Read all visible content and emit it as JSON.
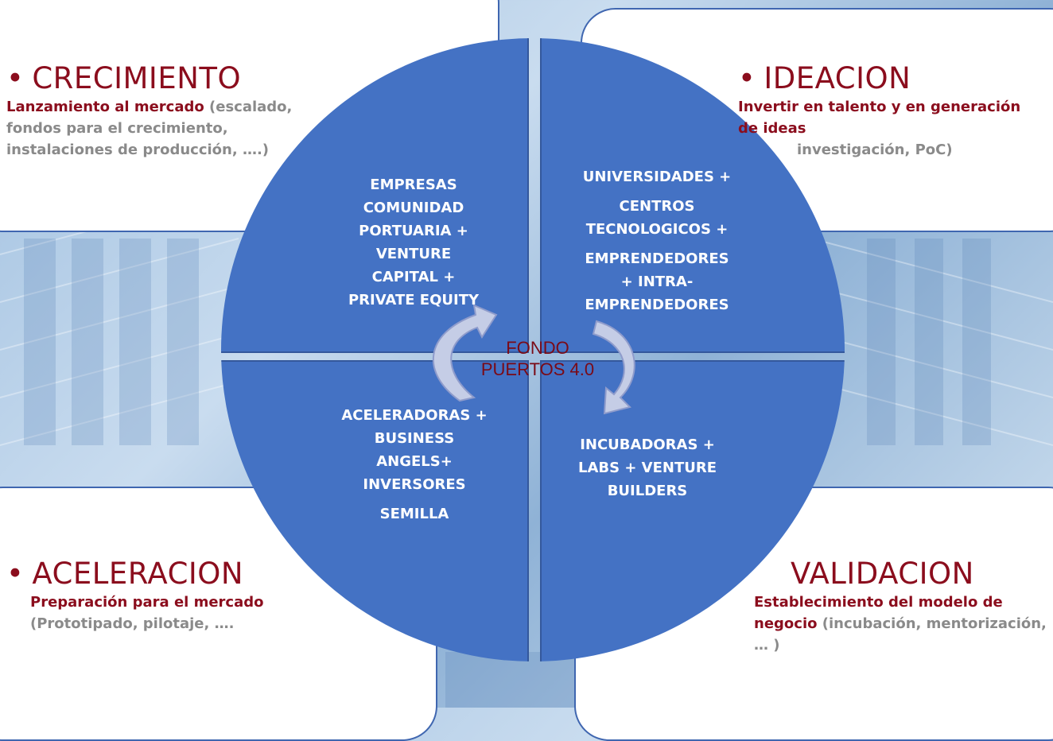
{
  "stages": {
    "crecimiento": {
      "title": "CRECIMIENTO",
      "lead": "Lanzamiento al mercado",
      "detail": "(escalado, fondos para el crecimiento, instalaciones de producción, ….)"
    },
    "ideacion": {
      "title": "IDEACION",
      "lead": "Invertir en talento y en generación de ideas",
      "detail": "investigación, PoC)"
    },
    "aceleracion": {
      "title": "ACELERACION",
      "lead": "Preparación para el mercado",
      "detail": "(Prototipado, pilotaje, …."
    },
    "validacion": {
      "title": "VALIDACION",
      "lead": "Establecimiento del modelo de negocio",
      "detail": "(incubación, mentorización, … )"
    }
  },
  "quadrants": {
    "top_left": [
      "EMPRESAS",
      "COMUNIDAD",
      "PORTUARIA +",
      "VENTURE",
      "CAPITAL +",
      "PRIVATE EQUITY"
    ],
    "top_right": {
      "p1": "UNIVERSIDADES +",
      "p2": [
        "CENTROS",
        "TECNOLOGICOS +"
      ],
      "p3": [
        "EMPRENDEDORES",
        "+ INTRA-",
        "EMPRENDEDORES"
      ]
    },
    "bottom_left": {
      "p1": [
        "ACELERADORAS +",
        "BUSINESS",
        "ANGELS+",
        "INVERSORES"
      ],
      "p2": "SEMILLA"
    },
    "bottom_right": [
      "INCUBADORAS +",
      "LABS + VENTURE",
      "BUILDERS"
    ]
  },
  "center": {
    "line1": "FONDO",
    "line2": "PUERTOS 4.0"
  },
  "colors": {
    "wheel_fill": "#4472c4",
    "title_color": "#8b0d1d",
    "detail_grey": "#8a8a8a",
    "arrow_fill": "#c5cde6"
  }
}
